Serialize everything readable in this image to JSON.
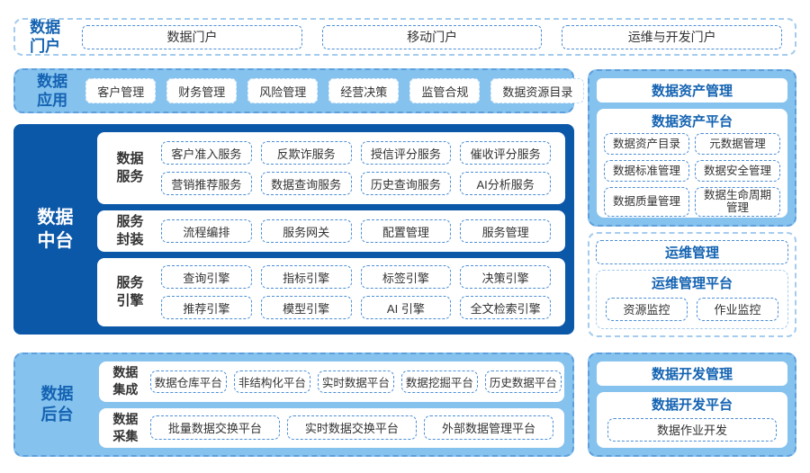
{
  "colors": {
    "dark_blue": "#0B57A8",
    "light_blue": "#85C2EE",
    "title_blue": "#1463B2",
    "chip_dash_border": "#4C8FD6",
    "container_dash_border": "#5E9FDC",
    "text_dark": "#333333"
  },
  "portal_row": {
    "label": "数据门户",
    "items": [
      "数据门户",
      "移动门户",
      "运维与开发门户"
    ]
  },
  "apps_row": {
    "label": "数据应用",
    "items": [
      "客户管理",
      "财务管理",
      "风险管理",
      "经营决策",
      "监管合规",
      "数据资源目录"
    ]
  },
  "mid_platform": {
    "label": "数据中台",
    "groups": [
      {
        "label": "数据服务",
        "items": [
          "客户准入服务",
          "反欺诈服务",
          "授信评分服务",
          "催收评分服务",
          "营销推荐服务",
          "数据查询服务",
          "历史查询服务",
          "AI分析服务"
        ]
      },
      {
        "label": "服务封装",
        "items": [
          "流程编排",
          "服务网关",
          "配置管理",
          "服务管理"
        ]
      },
      {
        "label": "服务引擎",
        "items": [
          "查询引擎",
          "指标引擎",
          "标签引擎",
          "决策引擎",
          "推荐引擎",
          "模型引擎",
          "AI 引擎",
          "全文检索引擎"
        ]
      }
    ]
  },
  "backend": {
    "label": "数据后台",
    "groups": [
      {
        "label": "数据集成",
        "items": [
          "数据仓库平台",
          "非结构化平台",
          "实时数据平台",
          "数据挖掘平台",
          "历史数据平台"
        ]
      },
      {
        "label": "数据采集",
        "items": [
          "批量数据交换平台",
          "实时数据交换平台",
          "外部数据管理平台"
        ]
      }
    ]
  },
  "asset_section": {
    "title": "数据资产管理",
    "platform_title": "数据资产平台",
    "items": [
      "数据资产目录",
      "元数据管理",
      "数据标准管理",
      "数据安全管理",
      "数据质量管理",
      "数据生命周期管理"
    ]
  },
  "ops_section": {
    "title": "运维管理",
    "platform_title": "运维管理平台",
    "items": [
      "资源监控",
      "作业监控"
    ]
  },
  "dev_section": {
    "title": "数据开发管理",
    "platform_title": "数据开发平台",
    "items": [
      "数据作业开发"
    ]
  }
}
